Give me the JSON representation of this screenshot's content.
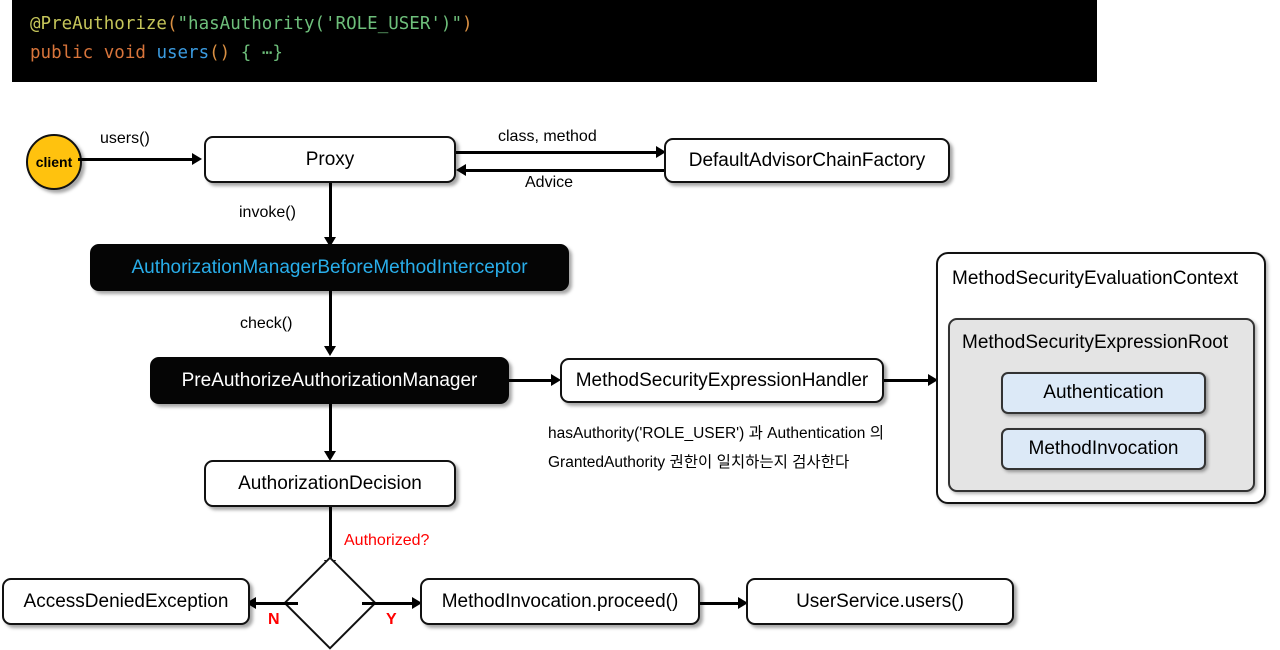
{
  "code": {
    "line1": {
      "annotation": "@PreAuthorize",
      "open_paren": "(",
      "string": "\"hasAuthority('ROLE_USER')\"",
      "close_paren": ")"
    },
    "line2": {
      "keywords": "public void ",
      "method": "users",
      "parens": "()",
      "body": " { ⋯}"
    }
  },
  "diagram": {
    "client": "client",
    "proxy": "Proxy",
    "default_advisor_chain_factory": "DefaultAdvisorChainFactory",
    "authorization_manager_before_method_interceptor": "AuthorizationManagerBeforeMethodInterceptor",
    "pre_authorize_authorization_manager": "PreAuthorizeAuthorizationManager",
    "method_security_expression_handler": "MethodSecurityExpressionHandler",
    "authorization_decision": "AuthorizationDecision",
    "access_denied_exception": "AccessDeniedException",
    "method_invocation_proceed": "MethodInvocation.proceed()",
    "user_service_users": "UserService.users()",
    "method_security_evaluation_context": "MethodSecurityEvaluationContext",
    "method_security_expression_root": "MethodSecurityExpressionRoot",
    "authentication": "Authentication",
    "method_invocation": "MethodInvocation"
  },
  "edges": {
    "users_call": "users()",
    "class_method": "class, method",
    "advice": "Advice",
    "invoke": "invoke()",
    "check": "check()",
    "authorized": "Authorized?",
    "no": "N",
    "yes": "Y"
  },
  "note": {
    "line1": "hasAuthority('ROLE_USER') 과 Authentication 의",
    "line2": "GrantedAuthority 권한이 일치하는지 검사한다"
  },
  "colors": {
    "client_fill": "#FFC20E",
    "dark_box": "#050505",
    "cyan_text": "#29AEEA",
    "light_blue": "#DCE9F7",
    "gray_group": "#E4E4E4",
    "red_label": "#FF0000"
  }
}
